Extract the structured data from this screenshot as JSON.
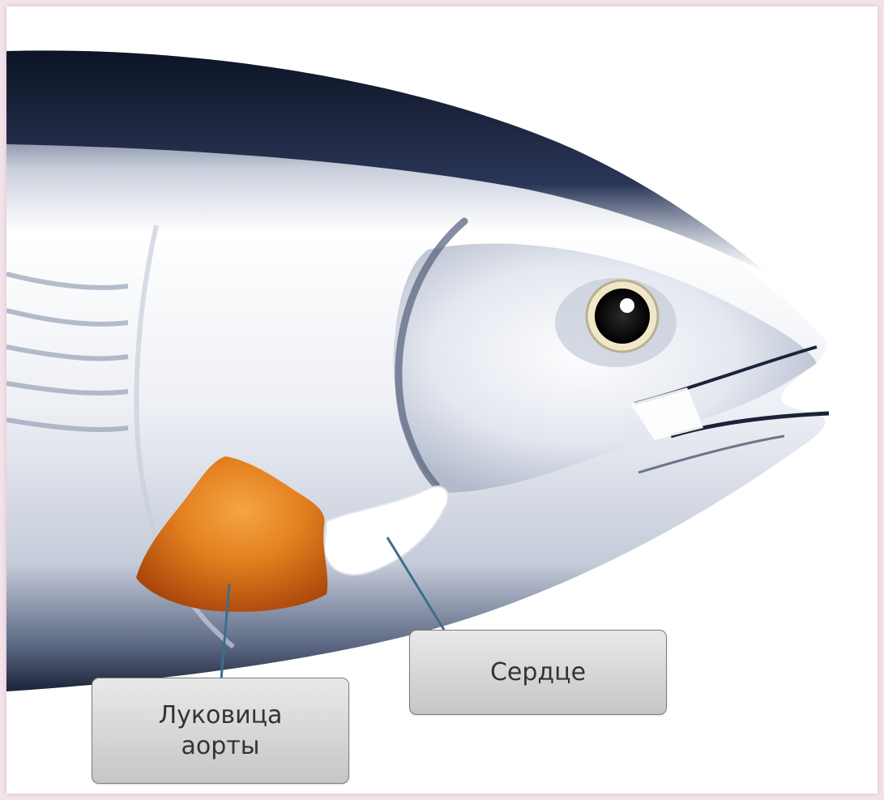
{
  "labels": {
    "heart": "Сердце",
    "bulb_line1": "Луковица",
    "bulb_line2": "аорты"
  },
  "colors": {
    "page_border": "#f3e3ea",
    "fish_body": "#d8dde8",
    "fish_back": "#1f2a40",
    "bulbus": "#d9781b",
    "leader_line": "#3d6e8a",
    "label_bg": "#d6d6d6"
  }
}
